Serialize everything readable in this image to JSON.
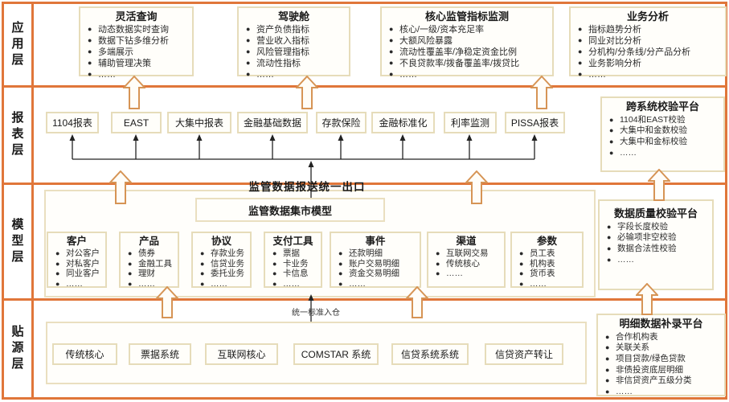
{
  "colors": {
    "frame_orange": "#E0763A",
    "hollow_arrow_outline": "#D69455",
    "box_border_tan": "#E6DCBA",
    "connector_black": "#222222"
  },
  "annotations": {
    "unified_outlet": "监管数据报送统一出口",
    "unified_warehouse": "统一标准入仓"
  },
  "layers": {
    "app": {
      "label": "应用层",
      "boxes": [
        {
          "title": "灵活查询",
          "items": [
            "动态数据实时查询",
            "数据下钻多维分析",
            "多端展示",
            "辅助管理决策",
            "……"
          ]
        },
        {
          "title": "驾驶舱",
          "items": [
            "资产负债指标",
            "营业收入指标",
            "风险管理指标",
            "流动性指标",
            "……"
          ]
        },
        {
          "title": "核心监管指标监测",
          "items": [
            "核心/一级/资本充足率",
            "大额风险暴露",
            "流动性覆盖率/净稳定资金比例",
            "不良贷款率/拨备覆盖率/拨贷比",
            "……"
          ]
        },
        {
          "title": "业务分析",
          "items": [
            "指标趋势分析",
            "同业对比分析",
            "分机构/分条线/分产品分析",
            "业务影响分析",
            "……"
          ]
        }
      ]
    },
    "report": {
      "label": "报表层",
      "reports": [
        "1104报表",
        "EAST",
        "大集中报表",
        "金融基础数据",
        "存款保险",
        "金融标准化",
        "利率监测",
        "PISSA报表"
      ],
      "platform": {
        "title": "跨系统校验平台",
        "items": [
          "1104和EAST校验",
          "大集中和金数校验",
          "大集中和金标校验",
          "……"
        ]
      }
    },
    "model": {
      "label": "模型层",
      "mart_title": "监管数据集市模型",
      "entities": [
        {
          "title": "客户",
          "items": [
            "对公客户",
            "对私客户",
            "同业客户",
            "……"
          ]
        },
        {
          "title": "产品",
          "items": [
            "债券",
            "金融工具",
            "理财",
            "……"
          ]
        },
        {
          "title": "协议",
          "items": [
            "存款业务",
            "信贷业务",
            "委托业务",
            "……"
          ]
        },
        {
          "title": "支付工具",
          "items": [
            "票据",
            "卡业务",
            "卡信息",
            "……"
          ]
        },
        {
          "title": "事件",
          "items": [
            "还款明细",
            "账户交易明细",
            "资金交易明细",
            "……"
          ]
        },
        {
          "title": "渠道",
          "items": [
            "互联网交易",
            "传统核心",
            "……"
          ]
        },
        {
          "title": "参数",
          "items": [
            "员工表",
            "机构表",
            "货币表",
            "……"
          ]
        }
      ],
      "platform": {
        "title": "数据质量校验平台",
        "items": [
          "字段长度校验",
          "必输项非空校验",
          "数据合法性校验",
          "……"
        ]
      }
    },
    "source": {
      "label": "贴源层",
      "systems": [
        "传统核心",
        "票据系统",
        "互联网核心",
        "COMSTAR 系统",
        "信贷系统系统",
        "信贷资产转让"
      ],
      "platform": {
        "title": "明细数据补录平台",
        "items": [
          "合作机构表",
          "关联关系",
          "项目贷款/绿色贷款",
          "非债投资底层明细",
          "非信贷资产五级分类",
          "……"
        ]
      }
    }
  }
}
